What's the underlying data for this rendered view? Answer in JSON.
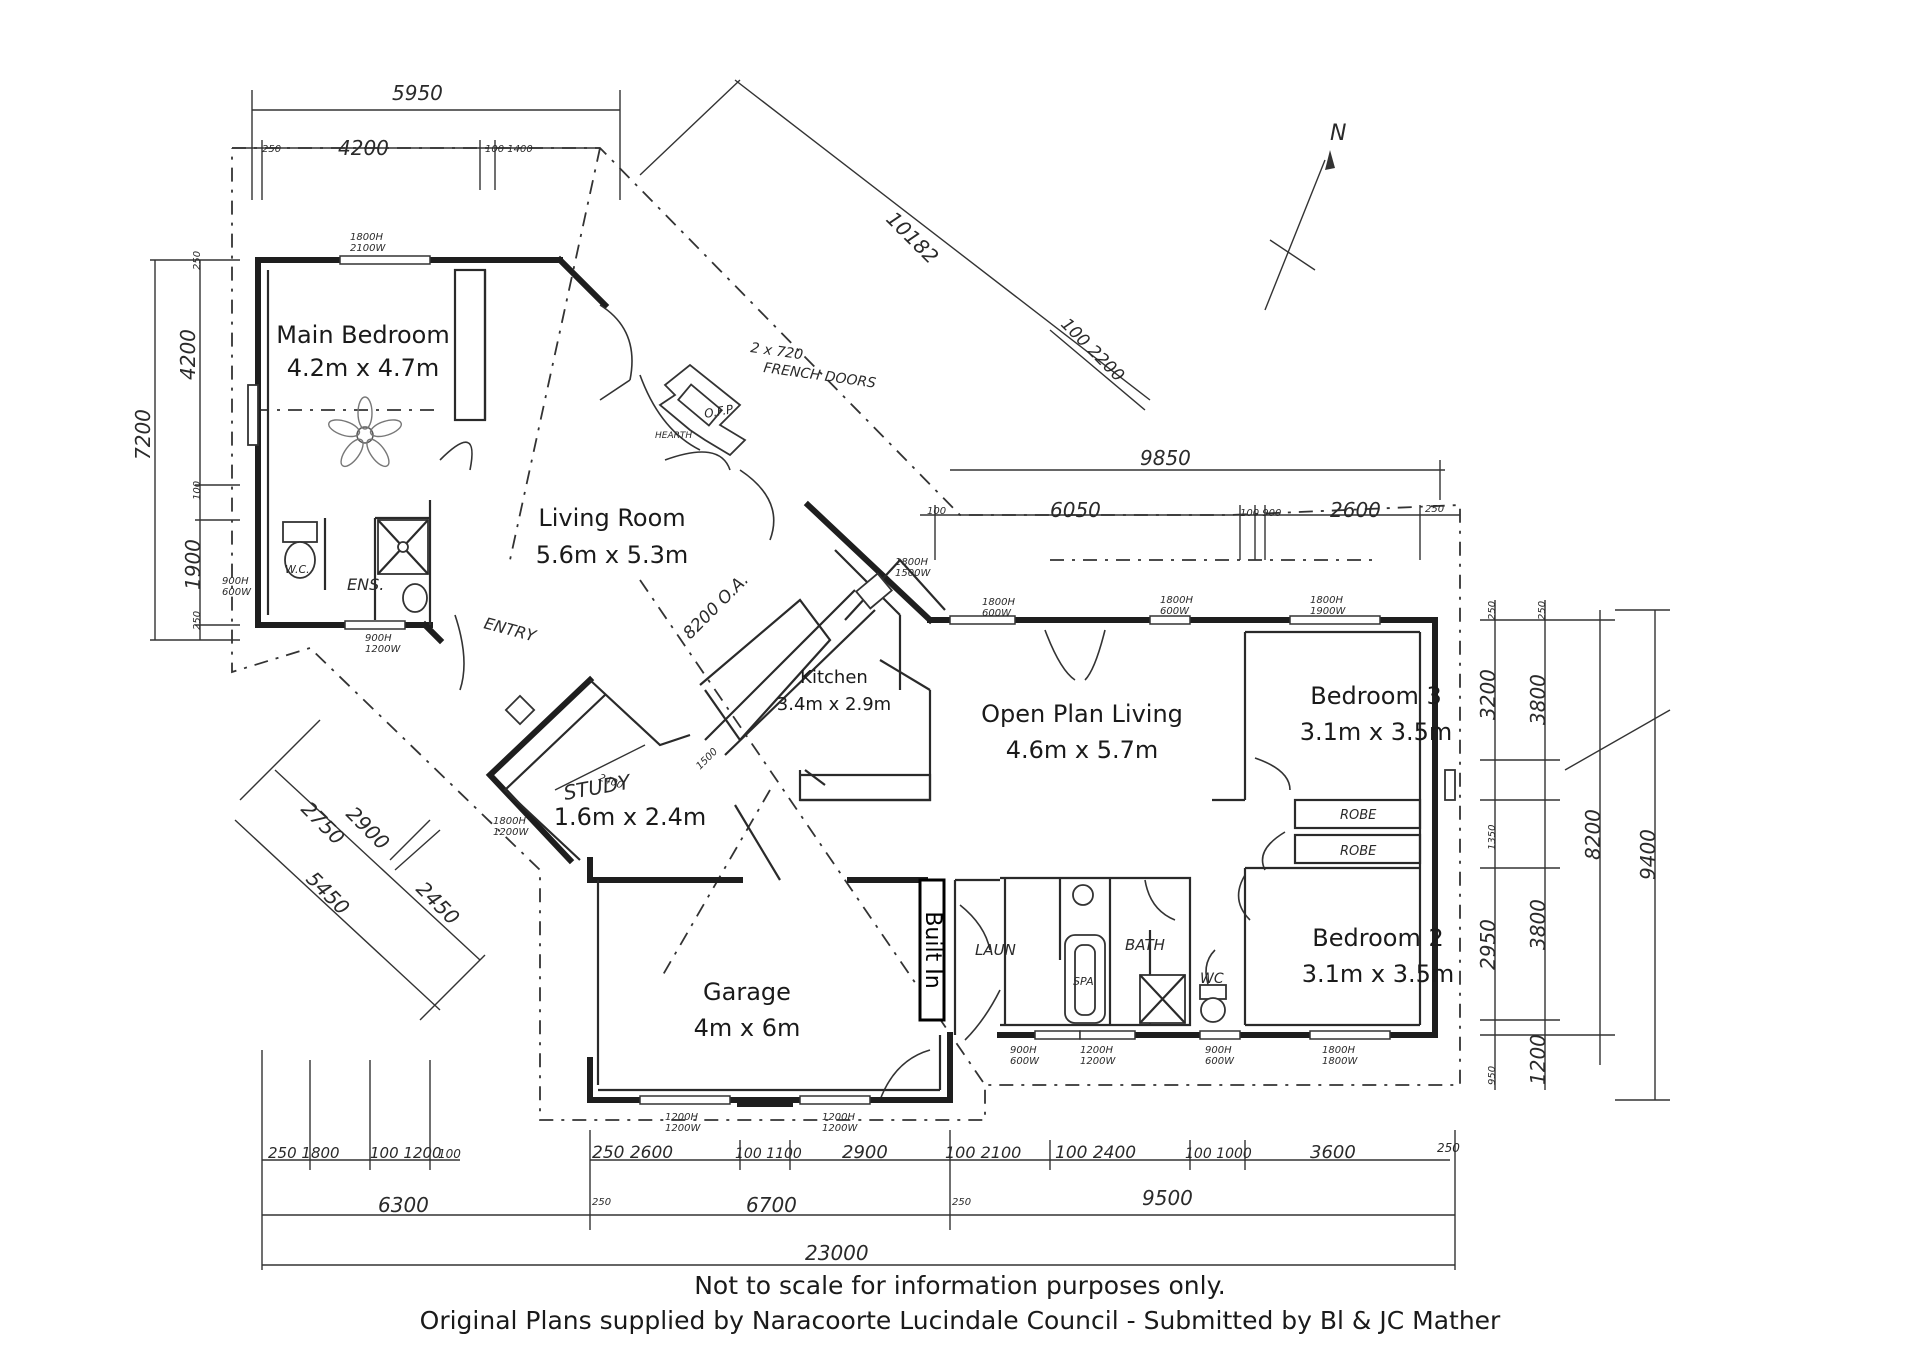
{
  "rooms": {
    "main_bedroom": {
      "name": "Main Bedroom",
      "size": "4.2m x 4.7m"
    },
    "living_room": {
      "name": "Living Room",
      "size": "5.6m x 5.3m"
    },
    "kitchen": {
      "name": "Kitchen",
      "size": "3.4m x 2.9m"
    },
    "open_plan": {
      "name": "Open Plan Living",
      "size": "4.6m x 5.7m"
    },
    "bedroom3": {
      "name": "Bedroom 3",
      "size": "3.1m x 3.5m"
    },
    "bedroom2": {
      "name": "Bedroom 2",
      "size": "3.1m x 3.5m"
    },
    "study": {
      "name": "STUDY",
      "size": "1.6m x 2.4m"
    },
    "garage": {
      "name": "Garage",
      "size": "4m x 6m"
    },
    "built_in": "Built In"
  },
  "labels": {
    "french_doors_1": "2 x 720",
    "french_doors_2": "FRENCH DOORS",
    "ofp": "O.F.P",
    "hearth": "HEARTH",
    "entry": "ENTRY",
    "ens": "ENS.",
    "wc_main": "W.C.",
    "robe1": "ROBE",
    "robe2": "ROBE",
    "laun": "LAUN",
    "bath": "BATH",
    "spa": "SPA",
    "wc": "WC",
    "north": "N"
  },
  "dimensions": {
    "top_5950": "5950",
    "top_4200": "4200",
    "top_100_1400": "100 1400",
    "top_250": "250",
    "diag_10182": "10182",
    "diag_2200": "100 2200",
    "right_9850": "9850",
    "right_6050": "6050",
    "right_100": "100",
    "right_2600": "2600",
    "right_250": "250",
    "right_100_900": "100 900",
    "left_7200": "7200",
    "left_4200": "4200",
    "left_1900": "1900",
    "left_250": "250",
    "left_250b": "250",
    "left_100": "100",
    "diag_8200": "8200 O.A.",
    "diag_2900": "2900",
    "diag_2750": "2750",
    "diag_5450": "5450",
    "diag_2450": "2450",
    "diag_1500": "1500",
    "diag_2400": "2400",
    "right_3200": "3200",
    "right_3800a": "3800",
    "right_8200": "8200",
    "right_9400": "9400",
    "right_1350": "1350",
    "right_2950": "2950",
    "right_3800b": "3800",
    "right_1200": "1200",
    "right_950": "950",
    "right_250a": "250",
    "right_250b": "250",
    "bot_250_1800": "250 1800",
    "bot_100_1200": "100 1200",
    "bot_100": "100",
    "bot_250_2600": "250 2600",
    "bot_100_1100": "100 1100",
    "bot_2900": "2900",
    "bot_100_2100": "100 2100",
    "bot_100_2400": "100 2400",
    "bot_100_1000": "100 1000",
    "bot_3600": "3600",
    "bot_250": "250",
    "bot_6300": "6300",
    "bot_250b": "250",
    "bot_6700": "6700",
    "bot_250c": "250",
    "bot_9500": "9500",
    "bot_23000": "23000"
  },
  "windows": {
    "w_1800_2100": [
      "1800H",
      "2100W"
    ],
    "w_900_600_a": [
      "900H",
      "600W"
    ],
    "w_900_1200": [
      "900H",
      "1200W"
    ],
    "w_1800_1500": [
      "1800H",
      "1500W"
    ],
    "w_1800_600": [
      "1800H",
      "600W"
    ],
    "w_1800_600b": [
      "1800H",
      "600W"
    ],
    "w_1800_1900": [
      "1800H",
      "1900W"
    ],
    "w_1800_1200": [
      "1800H",
      "1200W"
    ],
    "w_1200_1200a": [
      "1200H",
      "1200W"
    ],
    "w_1200_1200b": [
      "1200H",
      "1200W"
    ],
    "w_900_600_b": [
      "900H",
      "600W"
    ],
    "w_1200_1200c": [
      "1200H",
      "1200W"
    ],
    "w_900_600_c": [
      "900H",
      "600W"
    ],
    "w_1800_1800": [
      "1800H",
      "1800W"
    ]
  },
  "captions": {
    "line1": "Not to scale for information purposes only.",
    "line2": "Original Plans supplied by Naracoorte Lucindale Council - Submitted by Bl & JC Mather"
  }
}
